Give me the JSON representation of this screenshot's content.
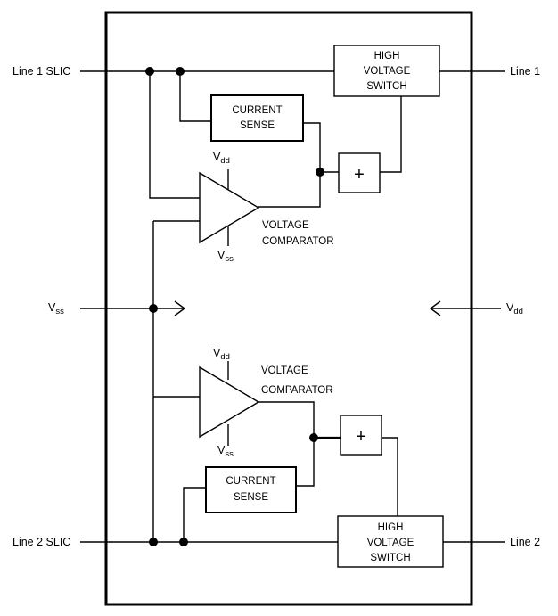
{
  "pins": {
    "line1_slic": "Line 1 SLIC",
    "line1": "Line 1",
    "line2_slic": "Line 2 SLIC",
    "line2": "Line 2",
    "vss_main": "V",
    "vss_sub": "ss",
    "vdd_main": "V",
    "vdd_sub": "dd"
  },
  "top": {
    "hv_switch": [
      "HIGH",
      "VOLTAGE",
      "SWITCH"
    ],
    "current_sense": [
      "CURRENT",
      "SENSE"
    ],
    "adder": "+",
    "comparator": [
      "VOLTAGE",
      "COMPARATOR"
    ],
    "vdd_main": "V",
    "vdd_sub": "dd",
    "vss_main": "V",
    "vss_sub": "ss"
  },
  "bottom": {
    "hv_switch": [
      "HIGH",
      "VOLTAGE",
      "SWITCH"
    ],
    "current_sense": [
      "CURRENT",
      "SENSE"
    ],
    "adder": "+",
    "comparator": [
      "VOLTAGE",
      "COMPARATOR"
    ],
    "vdd_main": "V",
    "vdd_sub": "dd",
    "vss_main": "V",
    "vss_sub": "ss"
  }
}
